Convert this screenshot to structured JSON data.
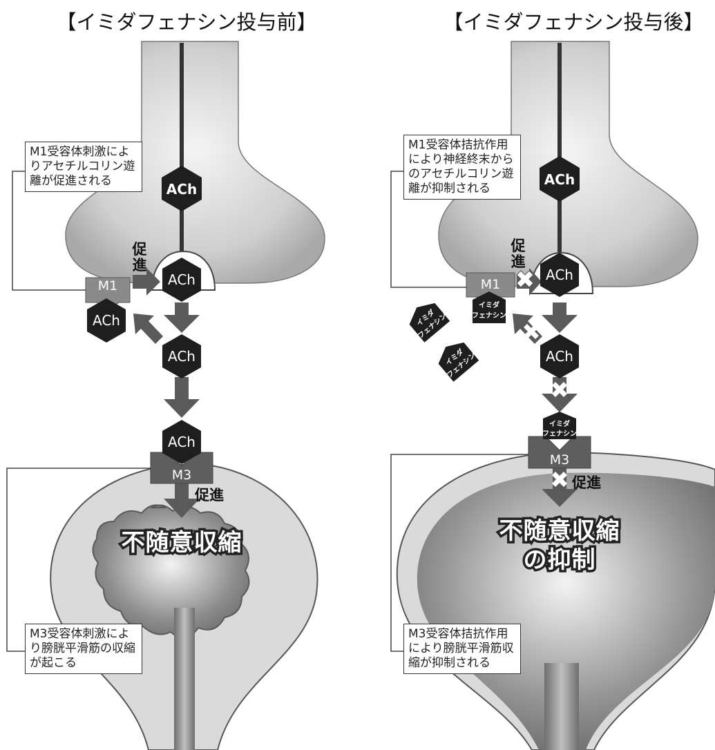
{
  "left_panel": {
    "title": "【イミダフェナシン投与前】",
    "note_top": [
      "M1受容体刺激によ",
      "りアセチルコリン遊",
      "離が促進される"
    ],
    "note_bottom": [
      "M3受容体刺激によ",
      "り膀胱平滑筋の収縮",
      "が起こる"
    ],
    "promote_vertical": [
      "促",
      "進"
    ],
    "promote_label": "促進",
    "effect": [
      "不随意収縮"
    ],
    "m1_label": "M1",
    "m3_label": "M3",
    "ach_label": "ACh"
  },
  "right_panel": {
    "title": "【イミダフェナシン投与後】",
    "note_top": [
      "M1受容体拮抗作用",
      "により神経終末から",
      "のアセチルコリン遊",
      "離が抑制される"
    ],
    "note_bottom": [
      "M3受容体拮抗作用",
      "により膀胱平滑筋収",
      "縮が抑制される"
    ],
    "promote_vertical": [
      "促",
      "進"
    ],
    "promote_label": "促進",
    "effect": [
      "不随意収縮",
      "の抑制"
    ],
    "m1_label": "M1",
    "m3_label": "M3",
    "ach_label": "ACh",
    "drug_label": [
      "イミダ",
      "フェナシン"
    ]
  },
  "colors": {
    "receptor_m1": "#8a8a8a",
    "receptor_m3": "#5e5e5e",
    "arrow": "#5a5a5a",
    "ach_hex": "#1e1e1e",
    "bladder_wall": "#d9d9d9"
  }
}
